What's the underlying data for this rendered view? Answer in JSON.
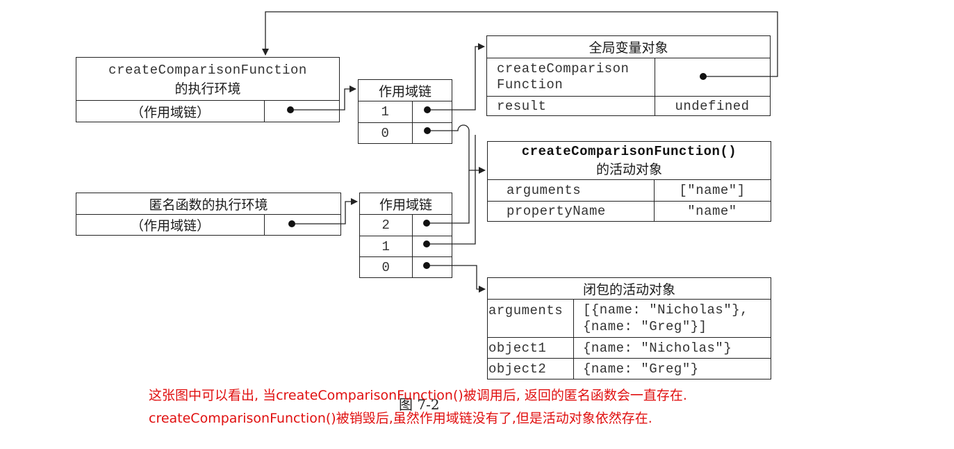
{
  "create_ctx": {
    "title_line1": "createComparisonFunction",
    "title_line2": "的执行环境",
    "scope_label": "（作用域链）"
  },
  "anon_ctx": {
    "title": "匿名函数的执行环境",
    "scope_label": "（作用域链）"
  },
  "chain1": {
    "title": "作用域链",
    "rows": [
      "1",
      "0"
    ]
  },
  "chain2": {
    "title": "作用域链",
    "rows": [
      "2",
      "1",
      "0"
    ]
  },
  "global_obj": {
    "title": "全局变量对象",
    "rows": [
      {
        "name": "createComparison\nFunction",
        "value": ""
      },
      {
        "name": "result",
        "value": "undefined"
      }
    ]
  },
  "activation_obj": {
    "title_line1": "createComparisonFunction()",
    "title_line2": "的活动对象",
    "rows": [
      {
        "name": "arguments",
        "value": "[\"name\"]"
      },
      {
        "name": "propertyName",
        "value": "\"name\""
      }
    ]
  },
  "closure_obj": {
    "title": "闭包的活动对象",
    "rows": [
      {
        "name": "arguments",
        "value_line1": "[{name: \"Nicholas\"},",
        "value_line2": "{name: \"Greg\"}]"
      },
      {
        "name": "object1",
        "value": "{name: \"Nicholas\"}"
      },
      {
        "name": "object2",
        "value": "{name: \"Greg\"}"
      }
    ]
  },
  "figure_label": "图  7-2",
  "note_line1": "这张图中可以看出, 当createComparisonFunction()被调用后, 返回的匿名函数会一直存在.",
  "note_line2": "createComparisonFunction()被销毁后,虽然作用域链没有了,但是活动对象依然存在.",
  "colors": {
    "ink": "#222222",
    "note": "#e01010"
  }
}
